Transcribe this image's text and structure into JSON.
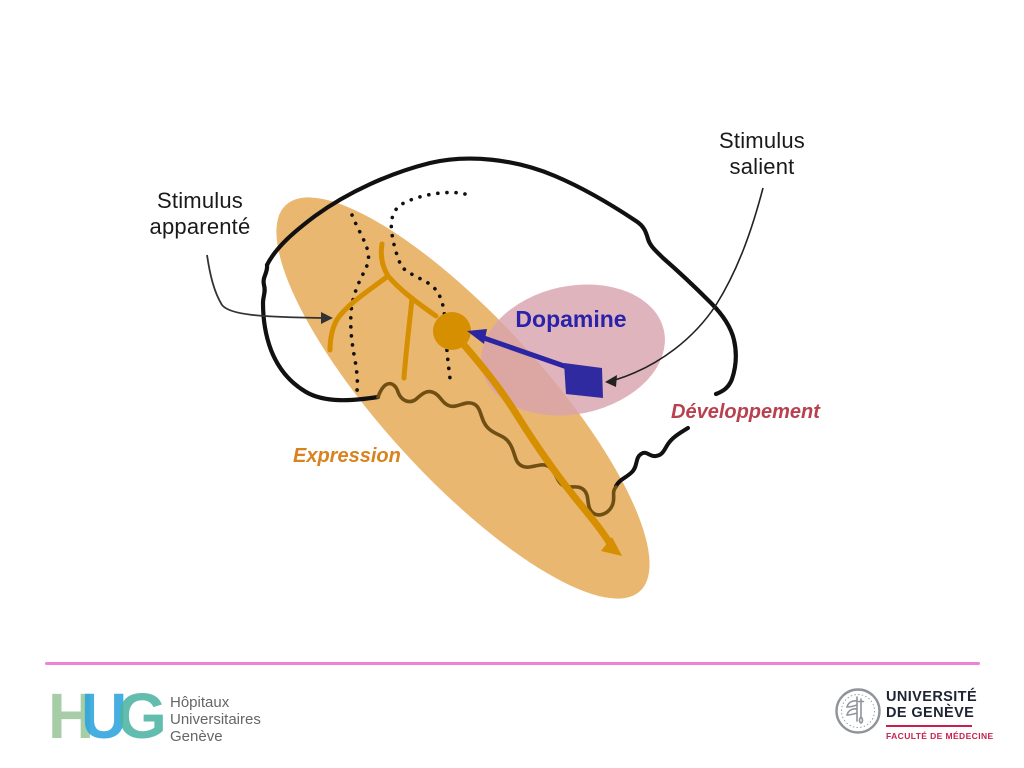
{
  "slide": {
    "labels": {
      "stimulus_apparente": {
        "line1": "Stimulus",
        "line2": "apparenté"
      },
      "stimulus_salient": {
        "line1": "Stimulus",
        "line2": "salient"
      },
      "dopamine": "Dopamine",
      "developpement": "Développement",
      "expression": "Expression"
    },
    "colors": {
      "brain_outline": "#111111",
      "expression_zone_fill": "#e9b76f",
      "expression_accent": "#d68f00",
      "development_zone_fill": "#d9a3ae",
      "dopamine_blue": "#2b25a3",
      "development_text": "#b9404f",
      "expression_text": "#d9831f",
      "inferior_boundary_brown": "#6f4f14",
      "footer_rule_pink": "#ee82d9"
    }
  },
  "footer": {
    "hug": {
      "letters": [
        "H",
        "U",
        "G"
      ],
      "letter_colors": [
        "#9cc79b",
        "#2ea3dd",
        "#4db4a5"
      ],
      "name_lines": [
        "Hôpitaux",
        "Universitaires",
        "Genève"
      ]
    },
    "unige": {
      "line1": "UNIVERSITÉ",
      "line2": "DE GENÈVE",
      "faculty": "FACULTÉ DE MÉDECINE"
    }
  }
}
